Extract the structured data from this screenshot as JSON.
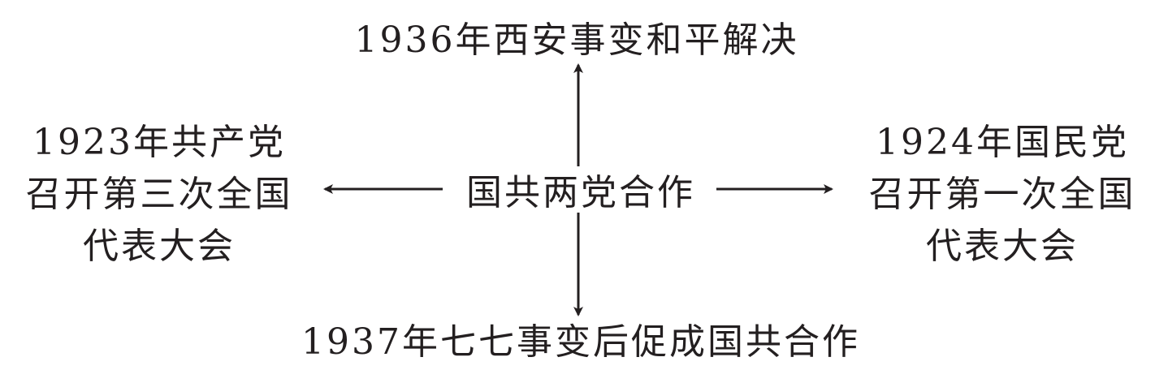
{
  "diagram": {
    "center": "国共两党合作",
    "top": "1936年西安事变和平解决",
    "bottom": "1937年七七事变后促成国共合作",
    "left": {
      "lines": [
        "1923年共产党",
        "召开第三次全国",
        "代表大会"
      ]
    },
    "right": {
      "lines": [
        "1924年国民党",
        "召开第一次全国",
        "代表大会"
      ]
    }
  },
  "colors": {
    "ink": "#231f20",
    "background": "#ffffff"
  }
}
